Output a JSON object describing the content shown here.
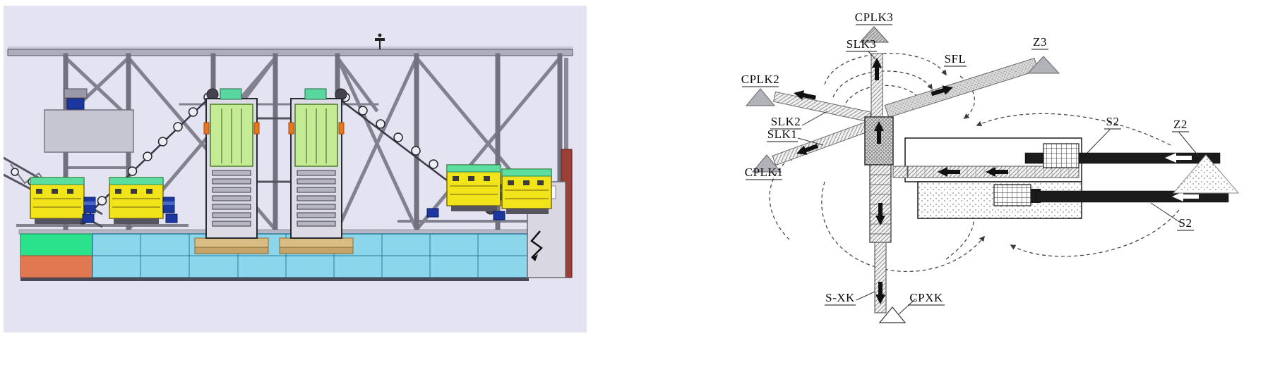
{
  "left_panel": {
    "type": "cad-render",
    "background": "#e4e3f1",
    "colors": {
      "truss_gray": "#82818e",
      "truss_dark": "#55545f",
      "tower_green": "#c4ec94",
      "machine_yellow": "#f2e41a",
      "machine_green_strip": "#5ede9e",
      "motor_blue": "#1c38a0",
      "hull_cyan": "#8cd6ec",
      "hull_green": "#2ae28c",
      "hull_orange": "#e27852",
      "pallet_tan": "#d9bd85",
      "spud_red": "#9a4036"
    }
  },
  "right_panel": {
    "type": "process-flow-diagram",
    "labels": {
      "cplk3": "CPLK3",
      "slk3": "SLK3",
      "sfl": "SFL",
      "z3": "Z3",
      "cplk2": "CPLK2",
      "slk2": "SLK2",
      "slk1": "SLK1",
      "cplk1": "CPLK1",
      "s2_upper": "S2",
      "z2": "Z2",
      "s2_lower": "S2",
      "s_xk": "S-XK",
      "cpxk": "CPXK"
    }
  }
}
